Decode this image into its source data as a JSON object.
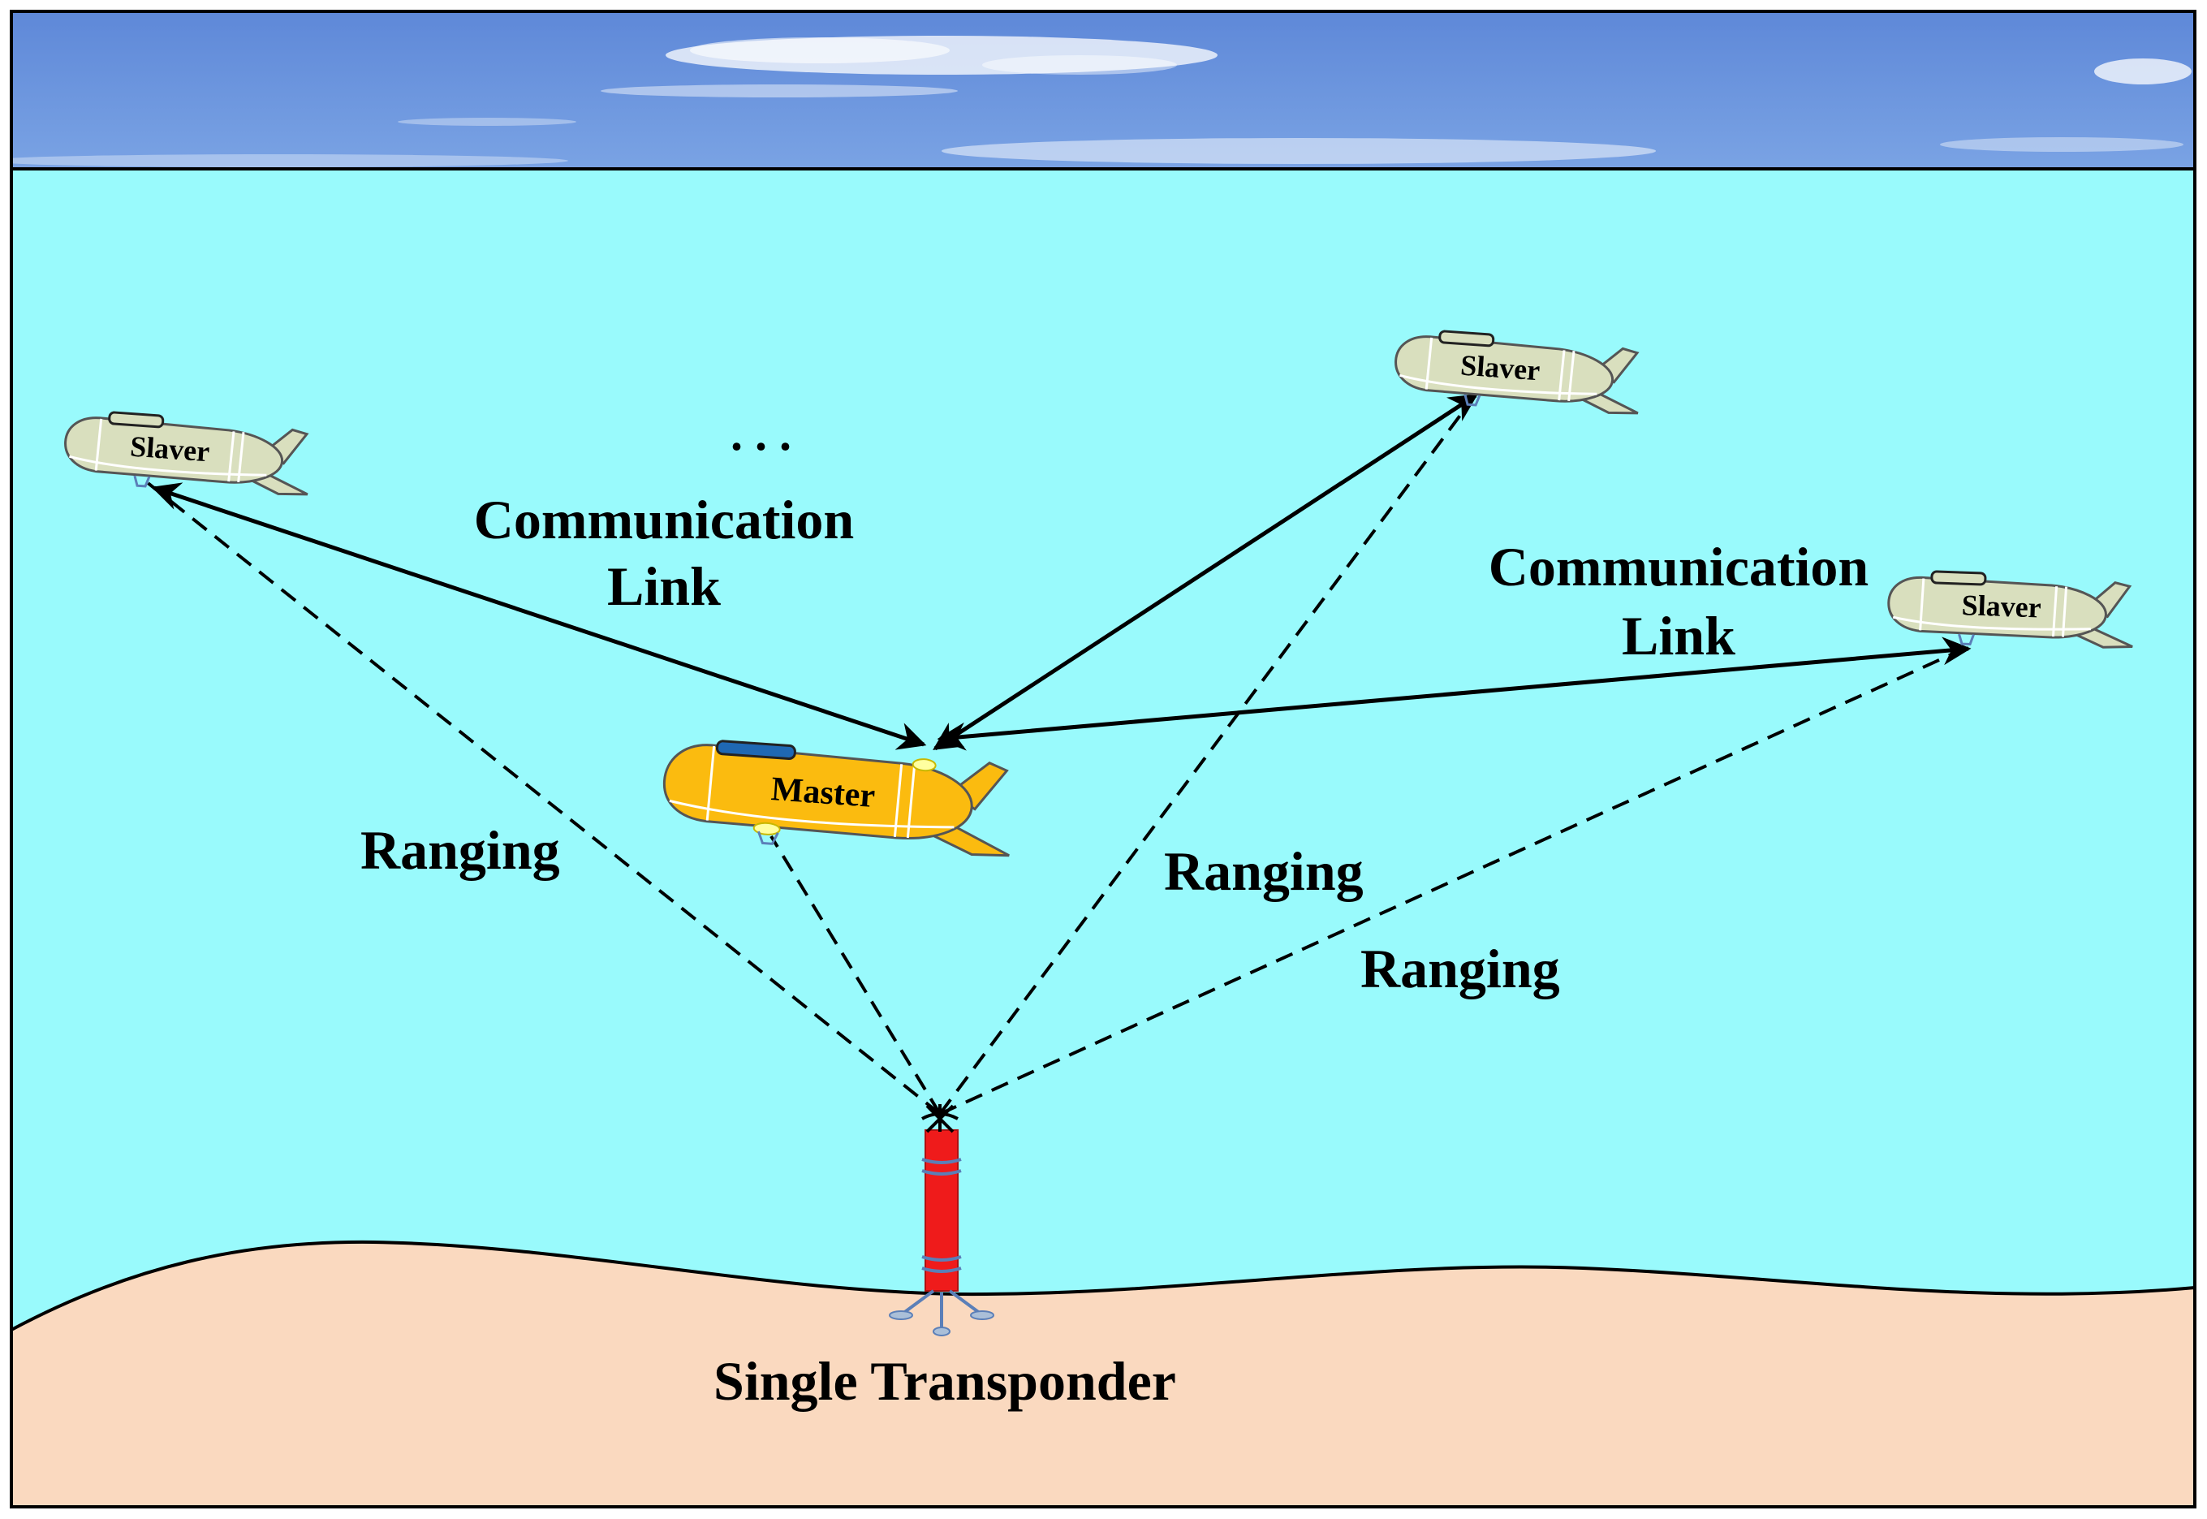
{
  "colors": {
    "sky": "#6b95dd",
    "water": "#99fafc",
    "seabed": "#fad9bf",
    "master_body": "#fbbb0f",
    "slaver_body": "#d9dfbe",
    "transponder": "#ef1b1b"
  },
  "labels": {
    "ellipsis": ". . .",
    "comm_link_left_line1": "Communication",
    "comm_link_left_line2": "Link",
    "comm_link_right_line1": "Communication",
    "comm_link_right_line2": "Link",
    "ranging_left": "Ranging",
    "ranging_center": "Ranging",
    "ranging_right": "Ranging",
    "transponder": "Single Transponder"
  },
  "vehicles": {
    "master": "Master",
    "slaver_left": "Slaver",
    "slaver_top": "Slaver",
    "slaver_right": "Slaver"
  }
}
